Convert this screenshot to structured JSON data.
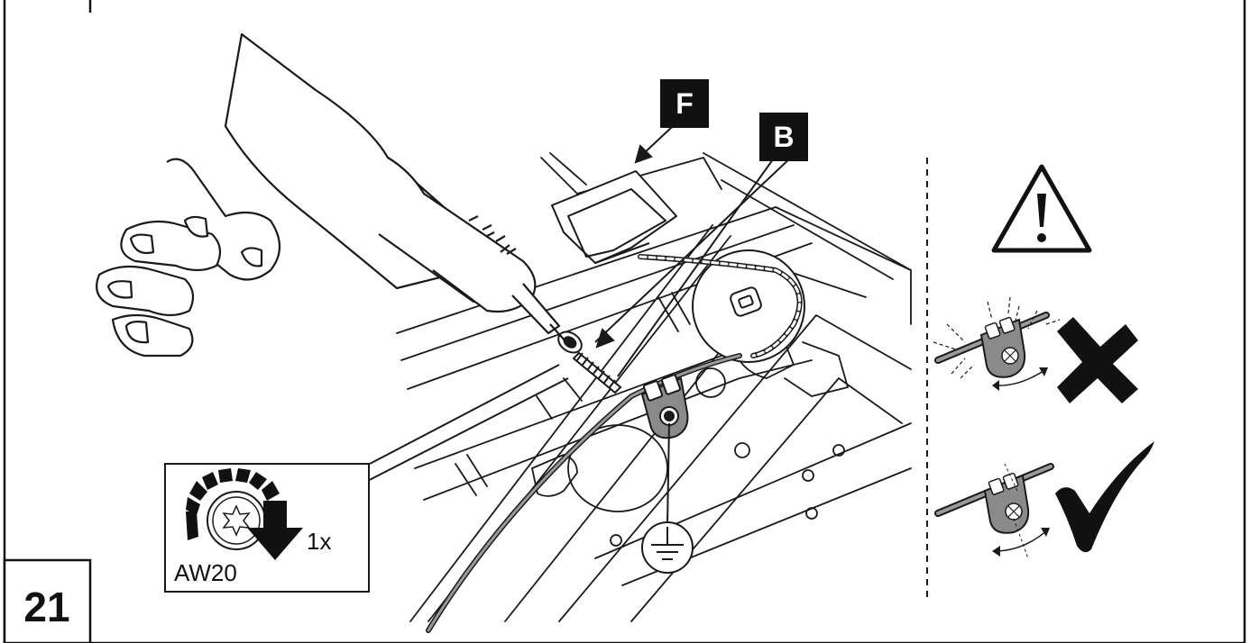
{
  "step_number": "21",
  "callouts": {
    "f": "F",
    "b": "B"
  },
  "tool": {
    "bit_size": "AW20",
    "repeat": "1x"
  },
  "colors": {
    "line": "#1a1a1a",
    "callout_bg": "#111111",
    "callout_fg": "#ffffff",
    "bracket_fill": "#8a8a8a",
    "wire_fill": "#9a9a9a",
    "paper": "#ffffff"
  },
  "icons": [
    "warning-icon",
    "ground-symbol-icon",
    "torx-bit-icon",
    "rotation-arrow-icon",
    "incorrect-cross-icon",
    "correct-check-icon"
  ]
}
